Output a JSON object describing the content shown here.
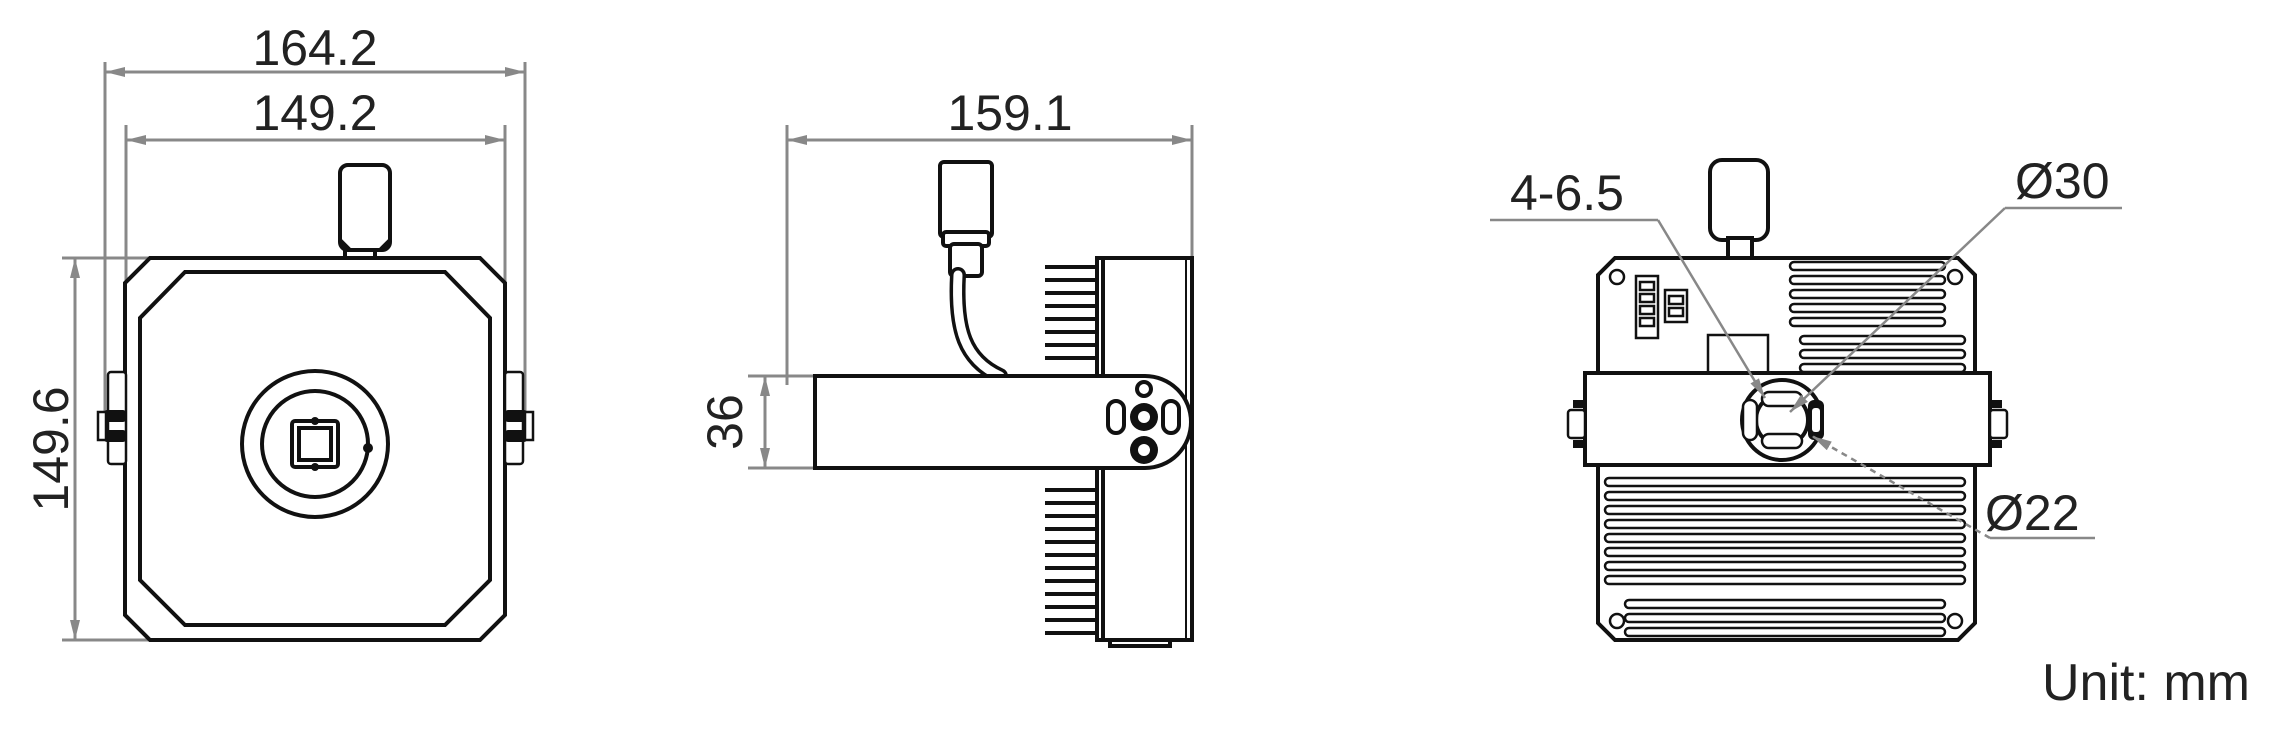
{
  "front_view": {
    "width_outer": "164.2",
    "width_inner": "149.2",
    "height": "149.6"
  },
  "side_view": {
    "length": "159.1",
    "bracket_height": "36"
  },
  "rear_view": {
    "mounting_holes": "4-6.5",
    "outer_diameter": "Ø30",
    "inner_diameter": "Ø22"
  },
  "unit_label": "Unit: mm"
}
